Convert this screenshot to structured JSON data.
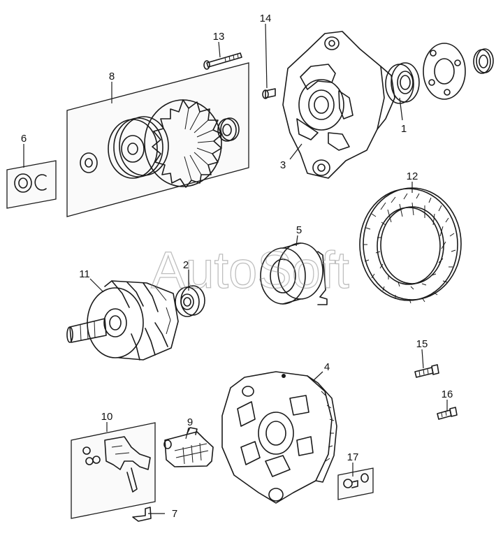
{
  "watermark": "AutoSoft",
  "callouts": {
    "c1": "1",
    "c2": "2",
    "c3": "3",
    "c4": "4",
    "c5": "5",
    "c6": "6",
    "c7": "7",
    "c8": "8",
    "c9": "9",
    "c10": "10",
    "c11": "11",
    "c12": "12",
    "c13": "13",
    "c14": "14",
    "c15": "15",
    "c16": "16",
    "c17": "17"
  },
  "colors": {
    "line": "#1a1a1a",
    "watermark": "#8a8a8a",
    "background": "#ffffff"
  }
}
